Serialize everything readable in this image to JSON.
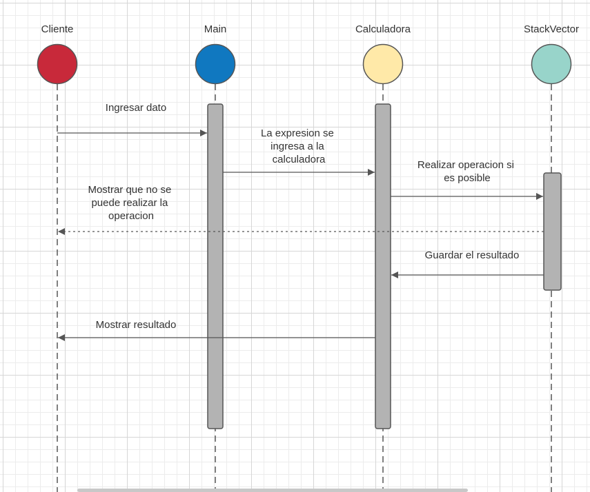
{
  "participants": [
    {
      "id": "cliente",
      "name": "Cliente",
      "color": "#C8293A"
    },
    {
      "id": "main",
      "name": "Main",
      "color": "#1078C0"
    },
    {
      "id": "calculadora",
      "name": "Calculadora",
      "color": "#FFE9A8"
    },
    {
      "id": "stackvector",
      "name": "StackVector",
      "color": "#98D4CA"
    }
  ],
  "messages": [
    {
      "id": "msg-ingresar-dato",
      "lines": [
        "Ingresar dato"
      ],
      "style": "solid"
    },
    {
      "id": "msg-expresion",
      "lines": [
        "La expresion se",
        "ingresa a la",
        "calculadora"
      ],
      "style": "solid"
    },
    {
      "id": "msg-realizar",
      "lines": [
        "Realizar operacion si",
        "es posible"
      ],
      "style": "solid"
    },
    {
      "id": "msg-no-realizar",
      "lines": [
        "Mostrar que no se",
        "puede realizar la",
        "operacion"
      ],
      "style": "dotted"
    },
    {
      "id": "msg-guardar",
      "lines": [
        "Guardar el resultado"
      ],
      "style": "solid"
    },
    {
      "id": "msg-mostrar-resultado",
      "lines": [
        "Mostrar resultado"
      ],
      "style": "solid"
    }
  ],
  "colors": {
    "activation_fill": "#B3B3B3",
    "line": "#555555",
    "text": "#333333"
  }
}
